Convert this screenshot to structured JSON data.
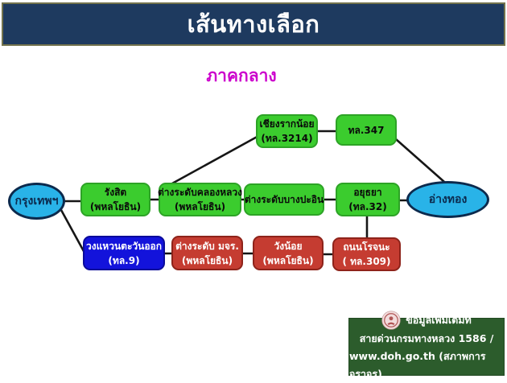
{
  "header": {
    "title": "เส้นทางเลือก"
  },
  "diagram": {
    "subtitle": "ภาคกลาง",
    "nodes": {
      "bangkok": {
        "label": "กรุงเทพฯ"
      },
      "rangsit": {
        "line1": "รังสิต",
        "line2": "(พหลโยธิน)"
      },
      "khlong_luang": {
        "line1": "ต่างระดับคลองหลวง",
        "line2": "(พหลโยธิน)"
      },
      "bang_pa_in": {
        "line1": "ต่างระดับบางปะอิน",
        "line2": ""
      },
      "ayutthaya": {
        "line1": "อยุธยา",
        "line2": "(ทล.32)"
      },
      "chiang_rak_noi": {
        "line1": "เชียงรากน้อย",
        "line2": "(ทล.3214)"
      },
      "route_347": {
        "line1": "ทล.347",
        "line2": ""
      },
      "ang_thong": {
        "label": "อ่างทอง"
      },
      "outer_ring": {
        "line1": "วงแหวนตะวันออก",
        "line2": "(ทล.9)"
      },
      "mjr": {
        "line1": "ต่างระดับ มจร.",
        "line2": "(พหลโยธิน)"
      },
      "wang_noi": {
        "line1": "วังน้อย",
        "line2": "(พหลโยธิน)"
      },
      "rojana": {
        "line1": "ถนนโรจนะ",
        "line2": "( ทล.309)"
      }
    },
    "edges": [
      {
        "from": "bangkok",
        "to": "rangsit"
      },
      {
        "from": "bangkok",
        "to": "outer_ring"
      },
      {
        "from": "rangsit",
        "to": "khlong_luang"
      },
      {
        "from": "khlong_luang",
        "to": "chiang_rak_noi"
      },
      {
        "from": "chiang_rak_noi",
        "to": "route_347"
      },
      {
        "from": "route_347",
        "to": "ang_thong"
      },
      {
        "from": "khlong_luang",
        "to": "bang_pa_in"
      },
      {
        "from": "bang_pa_in",
        "to": "ayutthaya"
      },
      {
        "from": "ayutthaya",
        "to": "ang_thong"
      },
      {
        "from": "ayutthaya",
        "to": "rojana"
      },
      {
        "from": "outer_ring",
        "to": "mjr"
      },
      {
        "from": "mjr",
        "to": "wang_noi"
      },
      {
        "from": "wang_noi",
        "to": "rojana"
      }
    ]
  },
  "footer": {
    "line1": "ข้อมูลเพิ่มเติมที่",
    "line2": "สายด่วนกรมทางหลวง 1586 /",
    "line3": "www.doh.go.th (สภาพการจราจร)"
  },
  "colors": {
    "header_bg": "#1e3a5f",
    "header_border": "#73734d",
    "subtitle_magenta": "#cc00cc",
    "node_green": "#3bcc2e",
    "node_blue_box": "#1313db",
    "node_red": "#c53c31",
    "ellipse_blue": "#29b3e8",
    "footer_green": "#2c5c2c",
    "connector_black": "#161616"
  }
}
